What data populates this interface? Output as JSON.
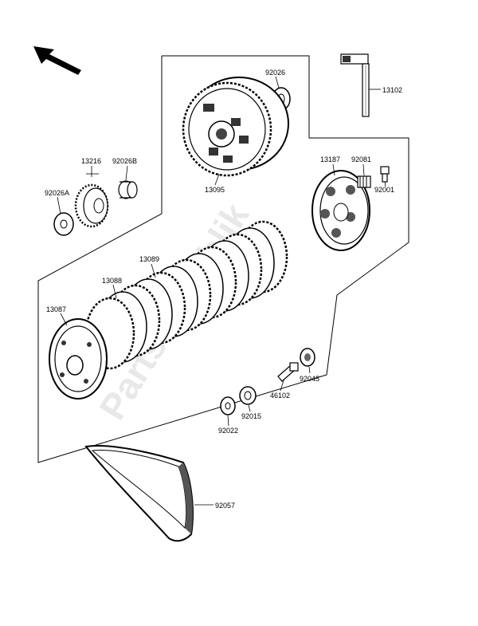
{
  "watermark": "PartsRepublik",
  "parts": {
    "p13102": "13102",
    "p92026": "92026",
    "p13095": "13095",
    "p13216": "13216",
    "p92026B": "92026B",
    "p92026A": "92026A",
    "p13187": "13187",
    "p92081": "92081",
    "p92001": "92001",
    "p13089": "13089",
    "p13088": "13088",
    "p13087": "13087",
    "p92045": "92045",
    "p46102": "46102",
    "p92015": "92015",
    "p92022": "92022",
    "p92057": "92057"
  }
}
